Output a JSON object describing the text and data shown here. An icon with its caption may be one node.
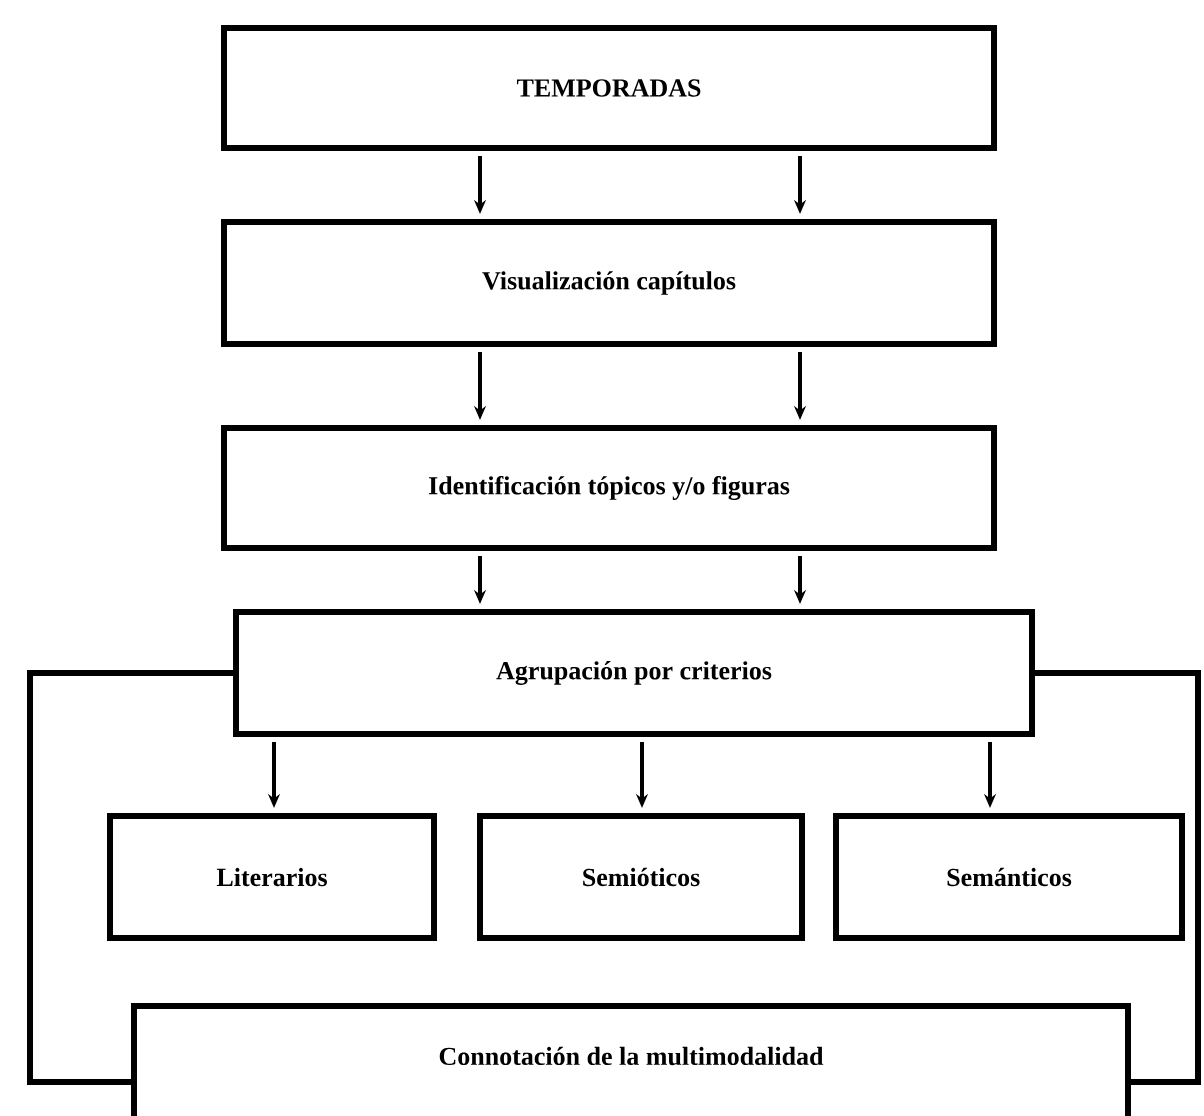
{
  "diagram": {
    "nodes": [
      {
        "text": [
          "TEMPORADAS"
        ]
      },
      {
        "text": [
          "Visualización capítulos"
        ]
      },
      {
        "text": [
          "Identificación tópicos y/o figuras"
        ]
      },
      {
        "text": [
          "Agrupación por criterios"
        ]
      },
      {
        "text": [
          "Literarios"
        ]
      },
      {
        "text": [
          "Semióticos"
        ]
      },
      {
        "text": [
          "Semánticos"
        ]
      },
      {
        "text": [
          "Connotación de la multimodalidad"
        ]
      }
    ],
    "edges": [
      {
        "from": 0,
        "to": 1,
        "arrow": "to"
      },
      {
        "from": 0,
        "to": 1,
        "arrow": "to"
      },
      {
        "from": 1,
        "to": 2,
        "arrow": "to"
      },
      {
        "from": 1,
        "to": 2,
        "arrow": "to"
      },
      {
        "from": 2,
        "to": 3,
        "arrow": "to"
      },
      {
        "from": 2,
        "to": 3,
        "arrow": "to"
      },
      {
        "from": 3,
        "to": 4,
        "arrow": "to"
      },
      {
        "from": 3,
        "to": 5,
        "arrow": "to"
      },
      {
        "from": 3,
        "to": 6,
        "arrow": "to"
      },
      {
        "from": 3,
        "to": 7,
        "arrow": "none"
      },
      {
        "from": 3,
        "to": 7,
        "arrow": "none"
      }
    ]
  }
}
